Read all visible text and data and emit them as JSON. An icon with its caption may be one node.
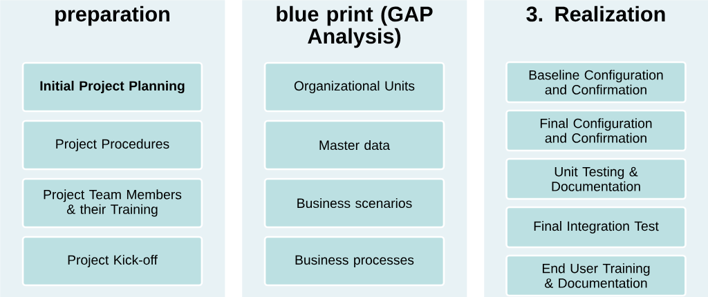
{
  "diagram": {
    "nodes": [
      {
        "text": [
          "preparation"
        ]
      },
      {
        "text": [
          "Initial Project Planning"
        ],
        "in": 0
      },
      {
        "text": [
          "Project Procedures"
        ],
        "in": 0
      },
      {
        "text": [
          "Project Team Members & their Training"
        ],
        "in": 0
      },
      {
        "text": [
          "Project Kick-off"
        ],
        "in": 0
      },
      {
        "text": [
          "blue print (GAP Analysis)"
        ]
      },
      {
        "text": [
          "Organizational Units"
        ],
        "in": 5
      },
      {
        "text": [
          "Master data"
        ],
        "in": 5
      },
      {
        "text": [
          "Business scenarios"
        ],
        "in": 5
      },
      {
        "text": [
          "Business processes"
        ],
        "in": 5
      },
      {
        "text": [
          "3. Realization"
        ]
      },
      {
        "text": [
          "Baseline Configuration and Confirmation"
        ],
        "in": 10
      },
      {
        "text": [
          "Final Configuration and Confirmation"
        ],
        "in": 10
      },
      {
        "text": [
          "Unit Testing & Documentation"
        ],
        "in": 10
      },
      {
        "text": [
          "Final Integration Test"
        ],
        "in": 10
      },
      {
        "text": [
          "End User Training & Documentation"
        ],
        "in": 10
      }
    ],
    "edges": []
  }
}
